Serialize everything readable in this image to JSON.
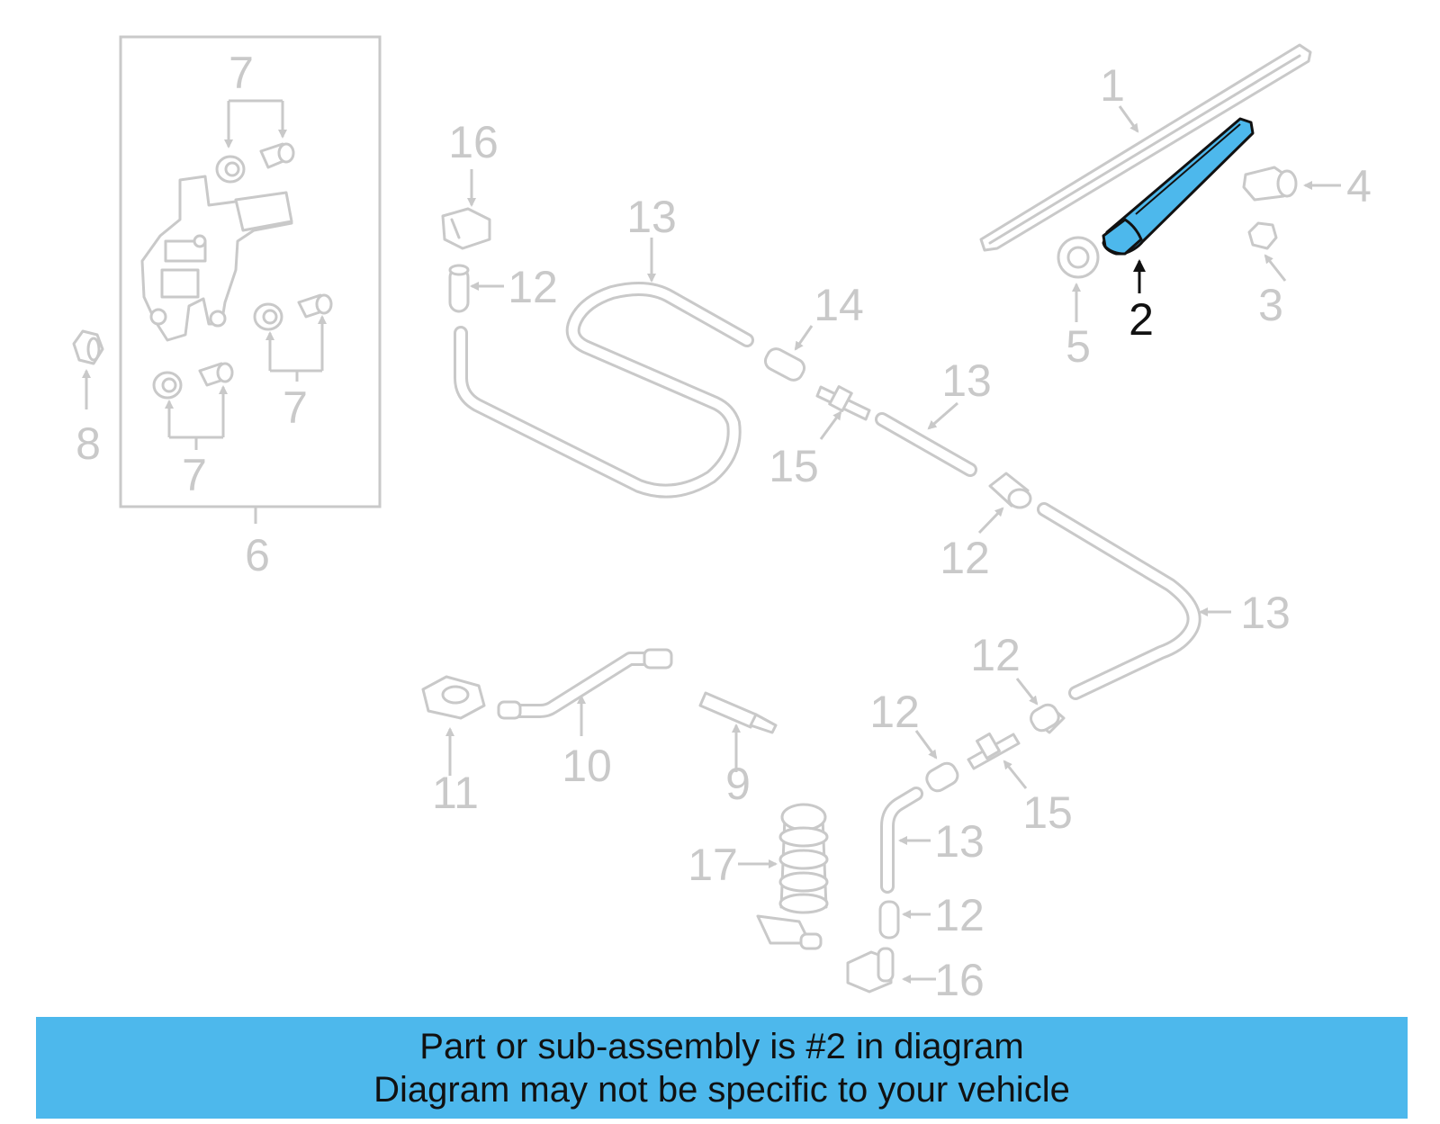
{
  "diagram": {
    "highlight_color": "#4db8ec",
    "highlighted_part": "2",
    "callouts": {
      "p1": "1",
      "p2": "2",
      "p3": "3",
      "p4": "4",
      "p5": "5",
      "p6": "6",
      "p7": "7",
      "p8": "8",
      "p9": "9",
      "p10": "10",
      "p11": "11",
      "p12": "12",
      "p13": "13",
      "p14": "14",
      "p15": "15",
      "p16": "16",
      "p17": "17"
    }
  },
  "banner": {
    "line1": "Part or sub-assembly is #2 in diagram",
    "line2": "Diagram may not be specific to your vehicle"
  }
}
